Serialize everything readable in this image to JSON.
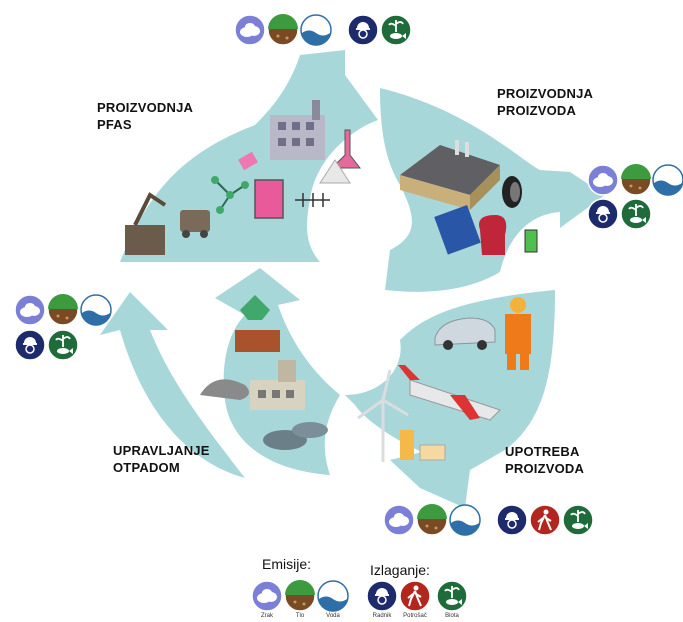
{
  "stages": {
    "pfas_production": {
      "line1": "PROIZVODNJA",
      "line2": "PFAS"
    },
    "product_manufacturing": {
      "line1": "PROIZVODNJA",
      "line2": "PROIZVODA"
    },
    "product_use": {
      "line1": "UPOTREBA",
      "line2": "PROIZVODA"
    },
    "waste_management": {
      "line1": "UPRAVLJANJE",
      "line2": "OTPADOM"
    }
  },
  "legend": {
    "emissions_title": "Emisije:",
    "exposure_title": "Izlaganje:",
    "emissions": [
      {
        "label": "Zrak",
        "icon": "air-icon",
        "color": "#7b7fd6"
      },
      {
        "label": "Tlo",
        "icon": "soil-icon",
        "color": "#2f8a3a"
      },
      {
        "label": "Voda",
        "icon": "water-icon",
        "color": "#2e6fa8"
      }
    ],
    "exposure": [
      {
        "label": "Radnik",
        "icon": "worker-icon",
        "color": "#1d2a6b"
      },
      {
        "label": "Potrošač",
        "icon": "consumer-icon",
        "color": "#b3261e"
      },
      {
        "label": "Biota",
        "icon": "biota-icon",
        "color": "#1f6b3a"
      }
    ]
  },
  "colors": {
    "arrow": "#a8d7da",
    "arrow_dark": "#8cc6c9"
  }
}
